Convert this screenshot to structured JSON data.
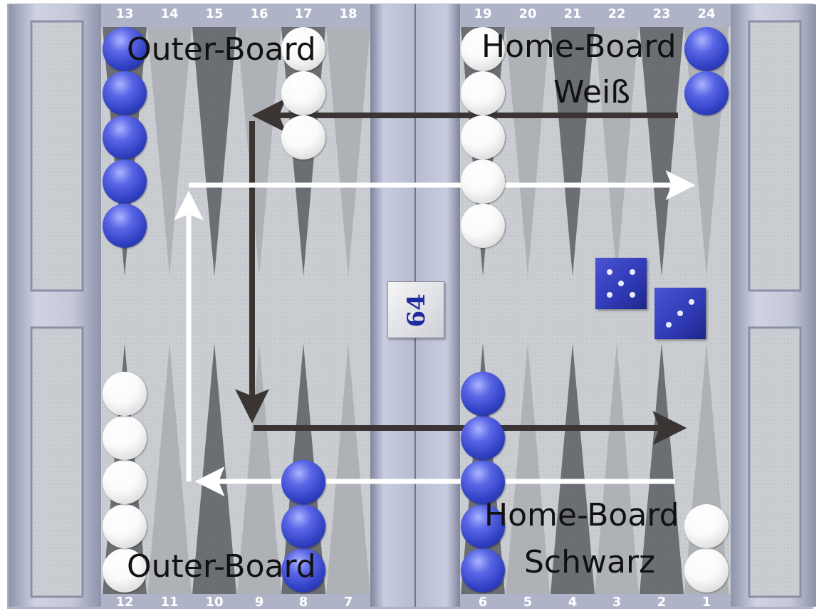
{
  "board": {
    "top_point_numbers": [
      "13",
      "14",
      "15",
      "16",
      "17",
      "18",
      "19",
      "20",
      "21",
      "22",
      "23",
      "24"
    ],
    "bottom_point_numbers": [
      "12",
      "11",
      "10",
      "9",
      "8",
      "7",
      "6",
      "5",
      "4",
      "3",
      "2",
      "1"
    ],
    "labels": {
      "outer_top": "Outer-Board",
      "outer_bottom": "Outer-Board",
      "home_white_line1": "Home-Board",
      "home_white_line2": "Weiß",
      "home_black_line1": "Home-Board",
      "home_black_line2": "Schwarz"
    },
    "doubling_cube": "64",
    "dice": [
      5,
      3
    ],
    "checkers": [
      {
        "point": 13,
        "color": "blue",
        "count": 5
      },
      {
        "point": 17,
        "color": "white",
        "count": 3
      },
      {
        "point": 19,
        "color": "white",
        "count": 5
      },
      {
        "point": 24,
        "color": "blue",
        "count": 2
      },
      {
        "point": 12,
        "color": "white",
        "count": 5
      },
      {
        "point": 8,
        "color": "blue",
        "count": 3
      },
      {
        "point": 6,
        "color": "blue",
        "count": 5
      },
      {
        "point": 1,
        "color": "white",
        "count": 2
      }
    ],
    "colors": {
      "frame": "#b7bcd0",
      "felt": "#c6c9ce",
      "dark_point": "#5b5d62",
      "light_point": "#a9abb0",
      "dice": "#2f39b3",
      "white_arrow": "#ffffff",
      "black_arrow": "#3a3533"
    },
    "arrows": [
      {
        "name": "black-arrow-24-to-16",
        "color": "black"
      },
      {
        "name": "black-arrow-16-to-9",
        "color": "black"
      },
      {
        "name": "black-arrow-9-to-home",
        "color": "black"
      },
      {
        "name": "white-arrow-1-to-12",
        "color": "white"
      },
      {
        "name": "white-arrow-12-to-13",
        "color": "white"
      },
      {
        "name": "white-arrow-13-to-home",
        "color": "white"
      }
    ]
  }
}
